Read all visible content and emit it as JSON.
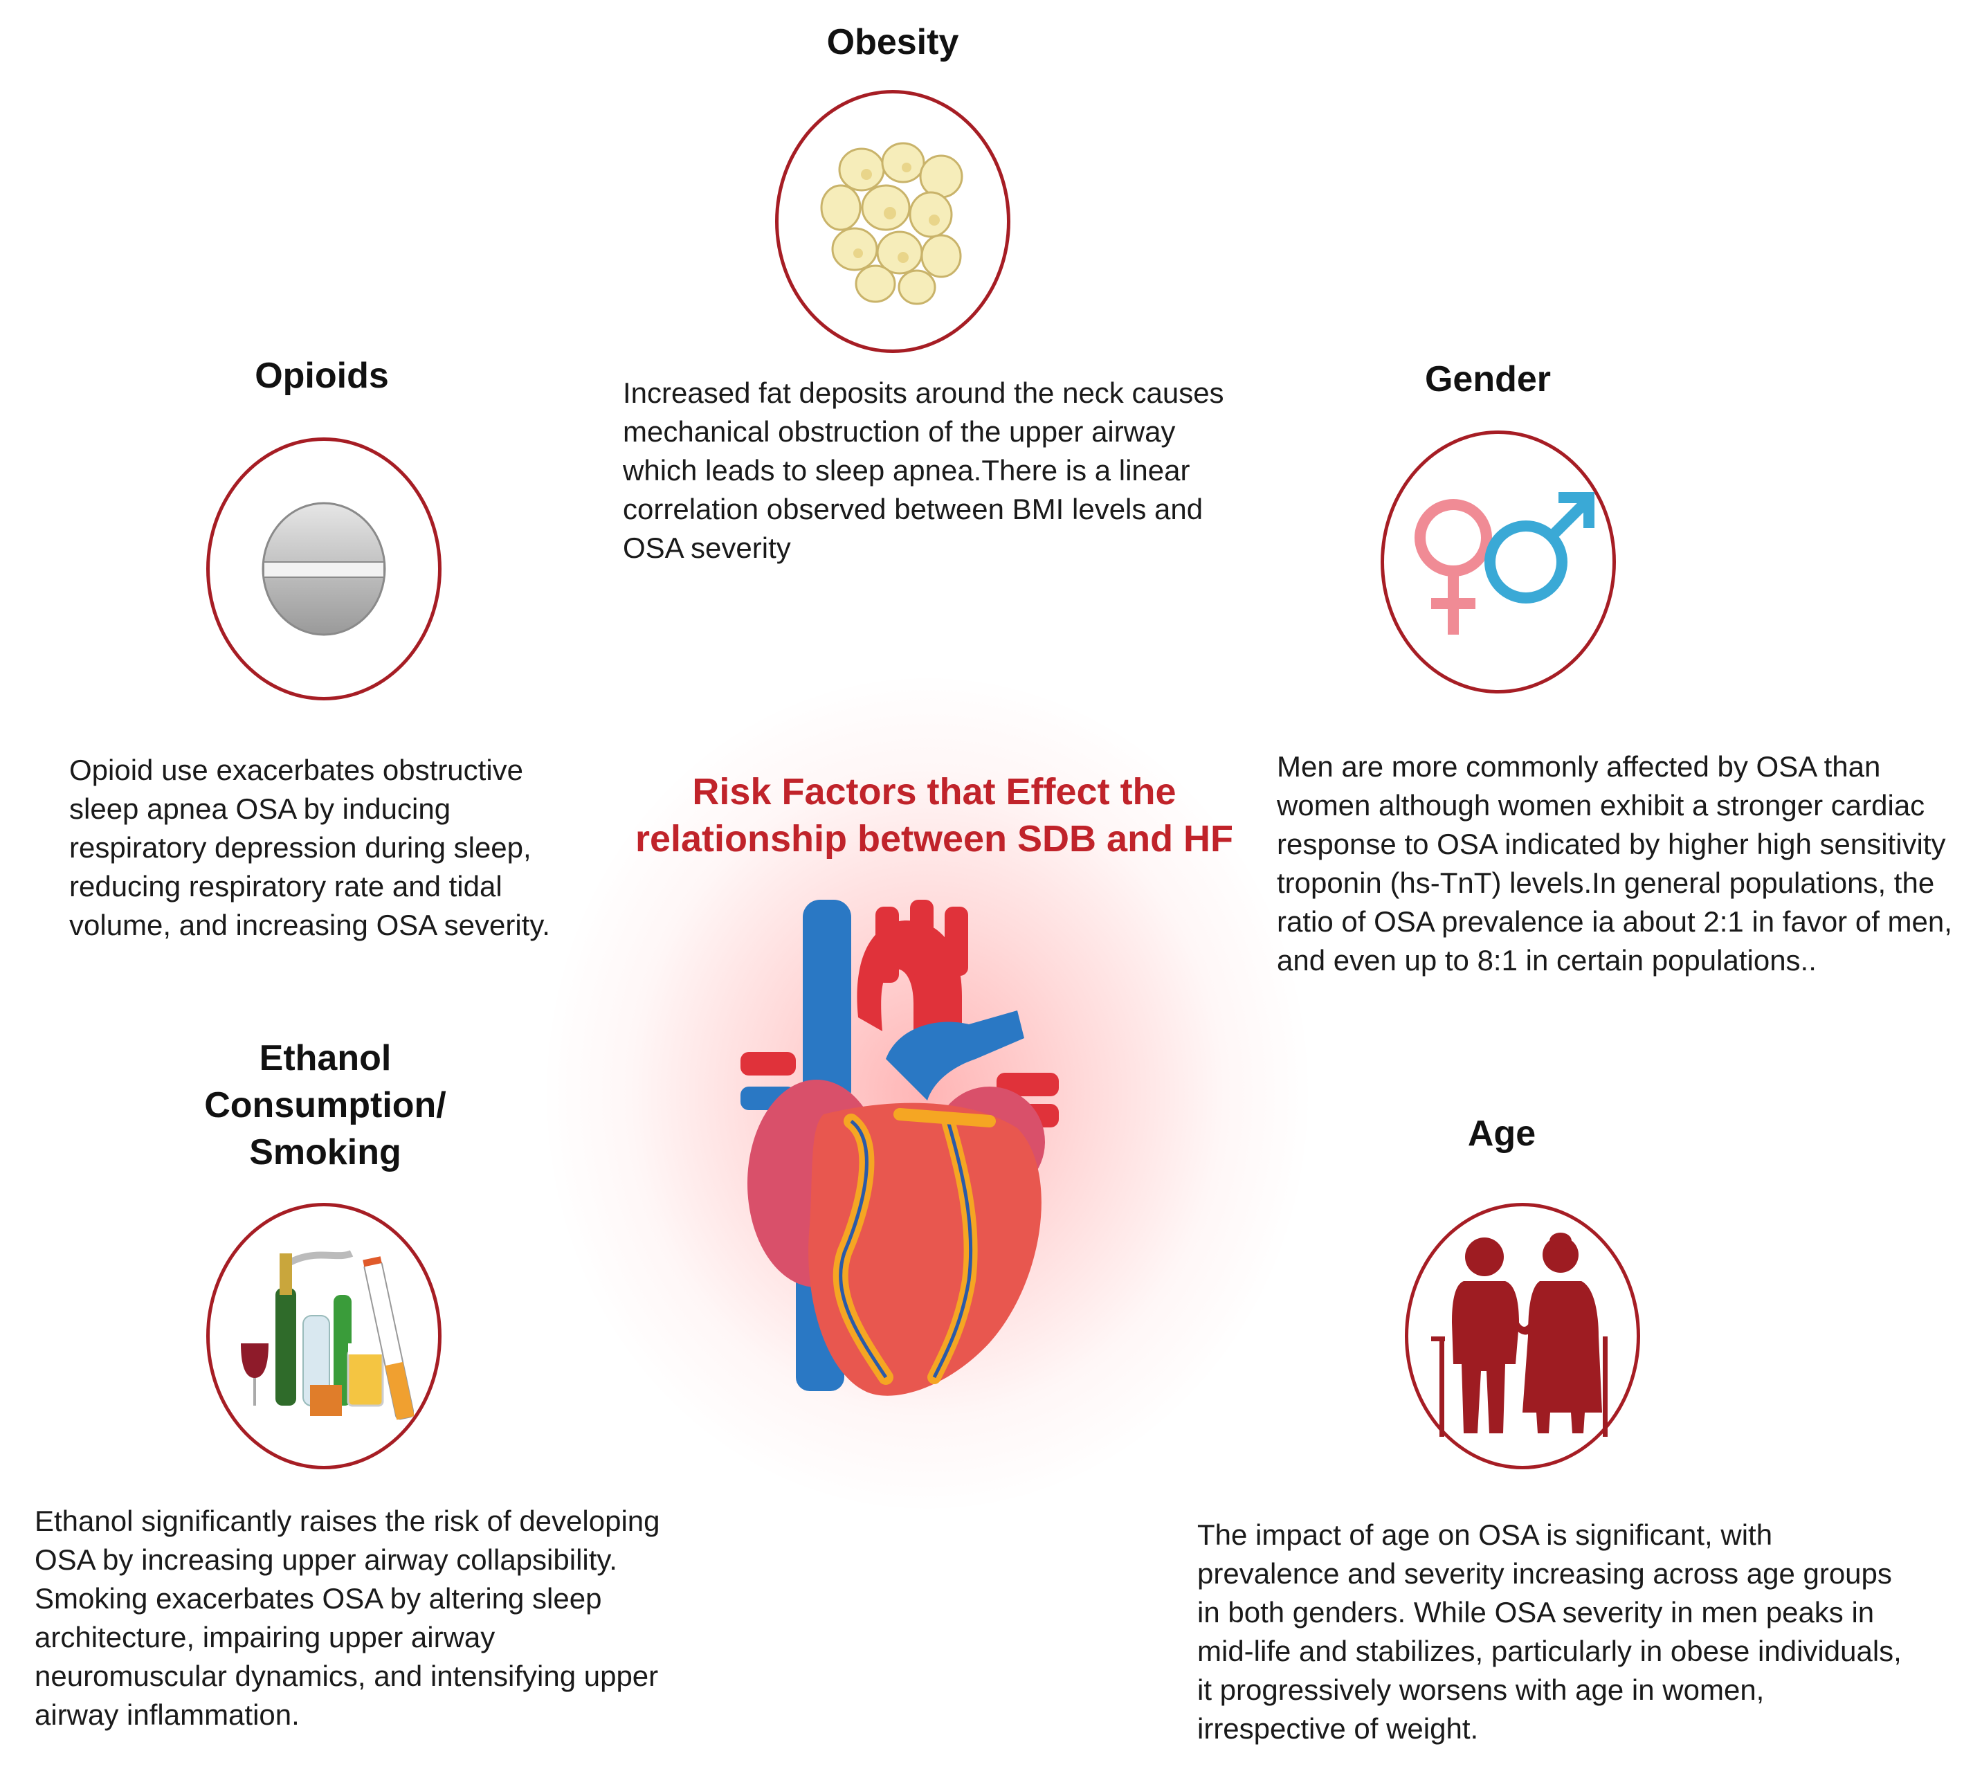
{
  "center": {
    "title": "Risk Factors that Effect the\nrelationship between SDB and HF"
  },
  "factors": {
    "obesity": {
      "title": "Obesity",
      "icon": "fat-cells-icon",
      "text": " Increased fat deposits around the neck causes\nmechanical   obstruction of the upper airway\nwhich leads to sleep apnea.There is a linear\ncorrelation observed between BMI levels and\nOSA severity"
    },
    "opioids": {
      "title": "Opioids",
      "icon": "pill-icon",
      "text": "Opioid use exacerbates obstructive\nsleep apnea OSA  by inducing\nrespiratory depression during sleep,\nreducing respiratory rate and tidal\nvolume, and increasing OSA severity."
    },
    "gender": {
      "title": "Gender",
      "icon": "gender-symbols-icon",
      "text": "Men are more commonly affected by OSA than\nwomen  although women exhibit a stronger cardiac\nresponse to OSA indicated by higher high sensitivity\ntroponin (hs-TnT) levels.In general populations, the\nratio of OSA prevalence ia about 2:1 in favor of men,\nand even up to 8:1 in certain populations.."
    },
    "ethanol": {
      "title": "Ethanol\nConsumption/\nSmoking",
      "icon": "alcohol-cigarette-icon",
      "text": "Ethanol significantly raises the risk of developing\nOSA  by increasing upper airway collapsibility.\nSmoking exacerbates OSA by altering sleep\narchitecture, impairing upper airway\nneuromuscular dynamics, and intensifying upper\nairway inflammation."
    },
    "age": {
      "title": "Age",
      "icon": "elderly-couple-icon",
      "text": "The impact of age on OSA  is significant, with\nprevalence and severity increasing across age groups\nin both genders. While OSA severity in men peaks in\nmid-life and stabilizes, particularly in obese individuals,\nit progressively worsens with age in women,\nirrespective of weight."
    }
  },
  "colors": {
    "circle_border": "#a61d24",
    "center_title": "#c0232a",
    "female_symbol": "#f08b95",
    "male_symbol": "#3aa9d6",
    "elderly": "#9e1c22"
  }
}
